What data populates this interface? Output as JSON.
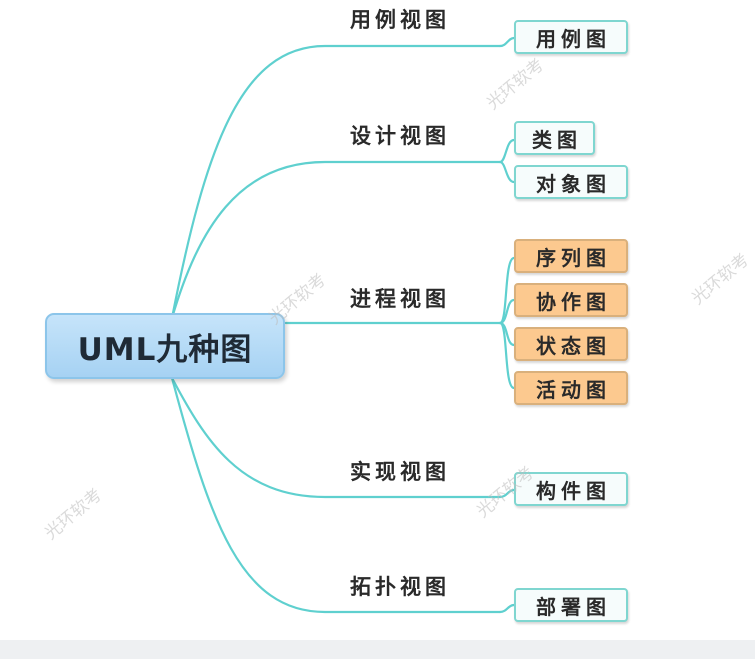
{
  "root": {
    "label": "UML九种图"
  },
  "views": [
    {
      "label": "用例视图",
      "diagrams": [
        {
          "label": "用例图",
          "style": "plain"
        }
      ]
    },
    {
      "label": "设计视图",
      "diagrams": [
        {
          "label": "类图",
          "style": "plain"
        },
        {
          "label": "对象图",
          "style": "plain"
        }
      ]
    },
    {
      "label": "进程视图",
      "diagrams": [
        {
          "label": "序列图",
          "style": "orange"
        },
        {
          "label": "协作图",
          "style": "orange"
        },
        {
          "label": "状态图",
          "style": "orange"
        },
        {
          "label": "活动图",
          "style": "orange"
        }
      ]
    },
    {
      "label": "实现视图",
      "diagrams": [
        {
          "label": "构件图",
          "style": "plain"
        }
      ]
    },
    {
      "label": "拓扑视图",
      "diagrams": [
        {
          "label": "部署图",
          "style": "plain"
        }
      ]
    }
  ],
  "watermark": "光环软考",
  "colors": {
    "connector": "#5fd0cf",
    "root_fill": "#b8dbf7",
    "leaf_fill": "#f6fcfc",
    "leaf_border": "#7fd6d0",
    "highlight_fill": "#fcc98f"
  }
}
